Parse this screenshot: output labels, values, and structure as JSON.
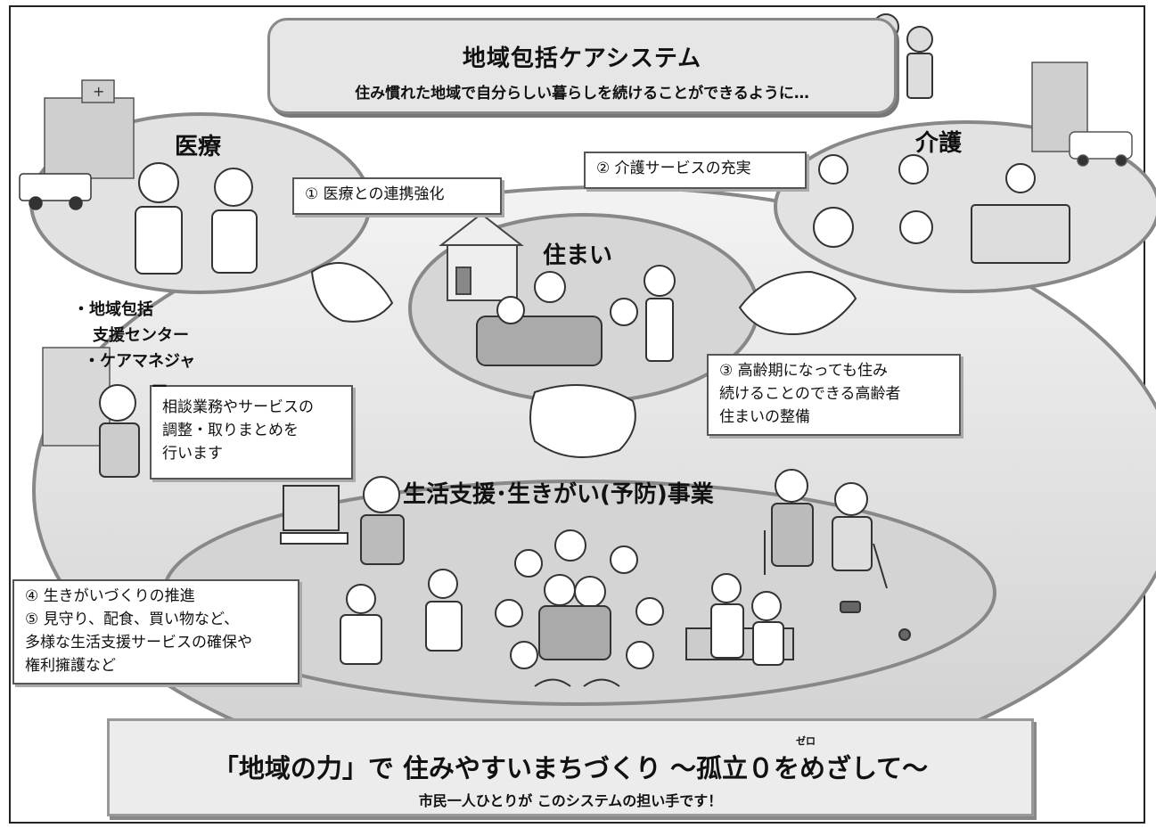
{
  "header": {
    "title": "地域包括ケアシステム",
    "subtitle": "住み慣れた地域で自分らしい暮らしを続けることができるように…"
  },
  "areas": {
    "medical": "医療",
    "care": "介護",
    "housing": "住まい",
    "life_support": "生活支援･生きがい(予防)事業"
  },
  "callouts": {
    "medical_link": "① 医療との連携強化",
    "care_service": "② 介護サービスの充実",
    "housing_line1": "③ 高齢期になっても住み",
    "housing_line2": "続けることのできる高齢者",
    "housing_line3": "住まいの整備",
    "consult_line1": "相談業務やサービスの",
    "consult_line2": "調整・取りまとめを",
    "consult_line3": "行います",
    "life_line1": "④ 生きがいづくりの推進",
    "life_line2": "⑤ 見守り、配食、買い物など、",
    "life_line3": "多様な生活支援サービスの確保や",
    "life_line4": "権利擁護など"
  },
  "center_list": {
    "line1": "・地域包括",
    "line2": "支援センター",
    "line3": "・ケアマネジャ",
    "line4": "ー"
  },
  "footer": {
    "main": "「地域の力」で 住みやすいまちづくり ～孤立０をめざして～",
    "ruby": "ゼロ",
    "sub": "市民一人ひとりが このシステムの担い手です！"
  }
}
